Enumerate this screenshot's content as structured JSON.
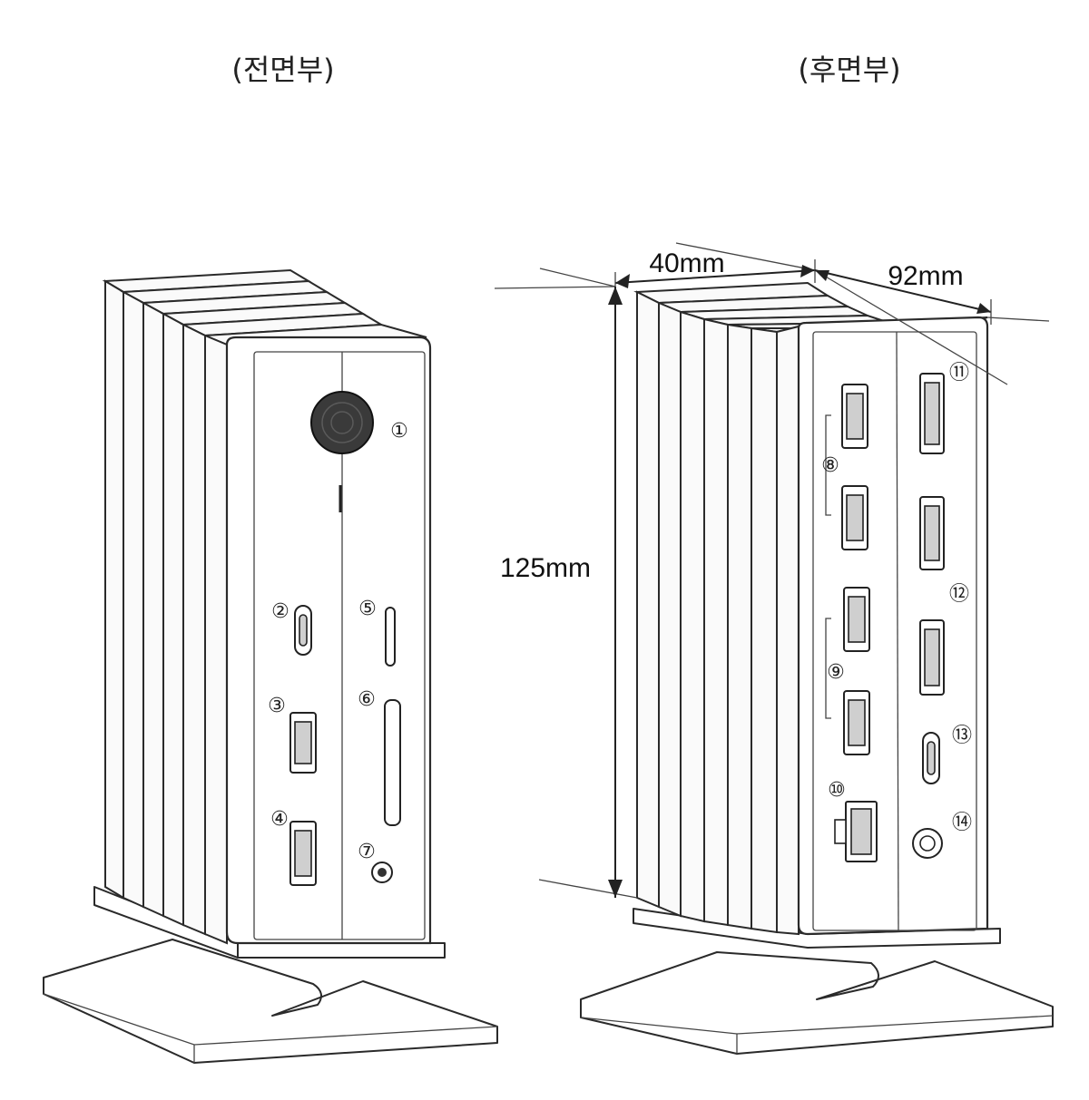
{
  "views": {
    "front": {
      "title": "(전면부)"
    },
    "rear": {
      "title": "(후면부)"
    }
  },
  "dimensions": {
    "depth": "40mm",
    "width": "92mm",
    "height": "125mm"
  },
  "callouts": {
    "c1": "①",
    "c2": "②",
    "c3": "③",
    "c4": "④",
    "c5": "⑤",
    "c6": "⑥",
    "c7": "⑦",
    "c8": "⑧",
    "c9": "⑨",
    "c10": "⑩",
    "c11": "⑪",
    "c12": "⑫",
    "c13": "⑬",
    "c14": "⑭"
  }
}
